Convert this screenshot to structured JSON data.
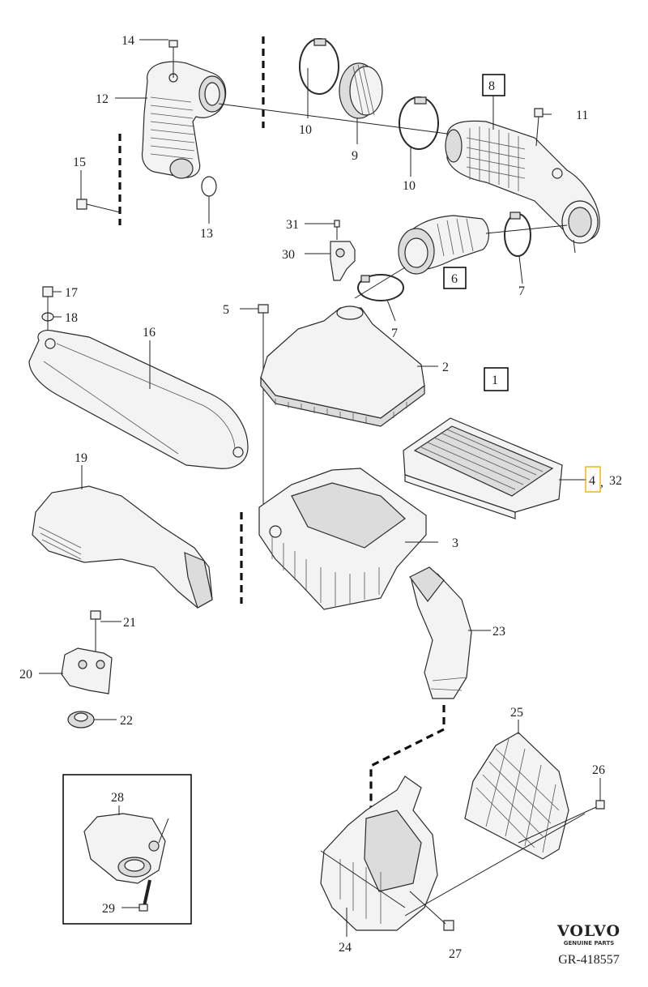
{
  "labels": {
    "l1": "1",
    "l2": "2",
    "l3": "3",
    "l4": "4",
    "l4sep": ",",
    "l5": "5",
    "l6": "6",
    "l7a": "7",
    "l7b": "7",
    "l8": "8",
    "l9": "9",
    "l10a": "10",
    "l10b": "10",
    "l11": "11",
    "l12": "12",
    "l13": "13",
    "l14": "14",
    "l15": "15",
    "l16": "16",
    "l17": "17",
    "l18": "18",
    "l19": "19",
    "l20": "20",
    "l21": "21",
    "l22": "22",
    "l23": "23",
    "l24": "24",
    "l25": "25",
    "l26": "26",
    "l27": "27",
    "l28": "28",
    "l29": "29",
    "l30": "30",
    "l31": "31",
    "l32": "32"
  },
  "branding": {
    "logo_text": "VOLVO",
    "logo_subtext": "GENUINE PARTS",
    "reference": "GR-418557"
  },
  "colors": {
    "line": "#2a2a2a",
    "part_fill": "#f3f3f3",
    "highlight": "#f0b000"
  }
}
